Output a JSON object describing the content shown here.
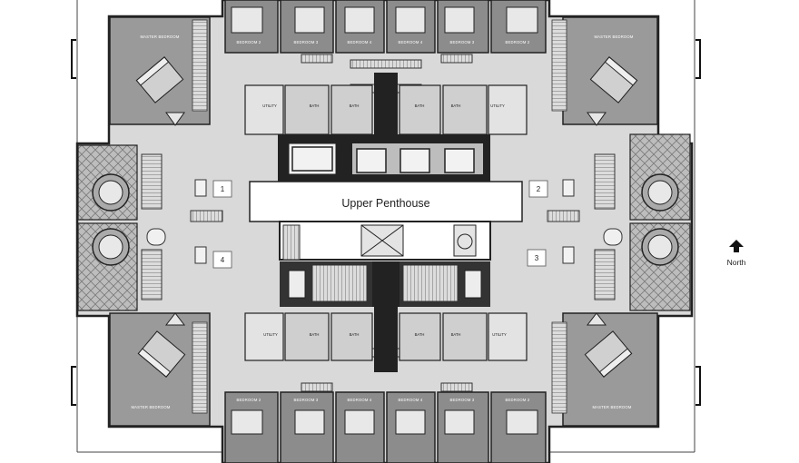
{
  "plan": {
    "title": "Upper Penthouse",
    "north_label": "North",
    "units": [
      "1",
      "2",
      "3",
      "4"
    ],
    "room_labels": {
      "master_bedroom": "MASTER BEDROOM",
      "bedroom_2": "BEDROOM 2",
      "bedroom_3": "BEDROOM 3",
      "bedroom_4": "BEDROOM 4",
      "utility": "UTILITY",
      "bath": "BATH"
    }
  }
}
